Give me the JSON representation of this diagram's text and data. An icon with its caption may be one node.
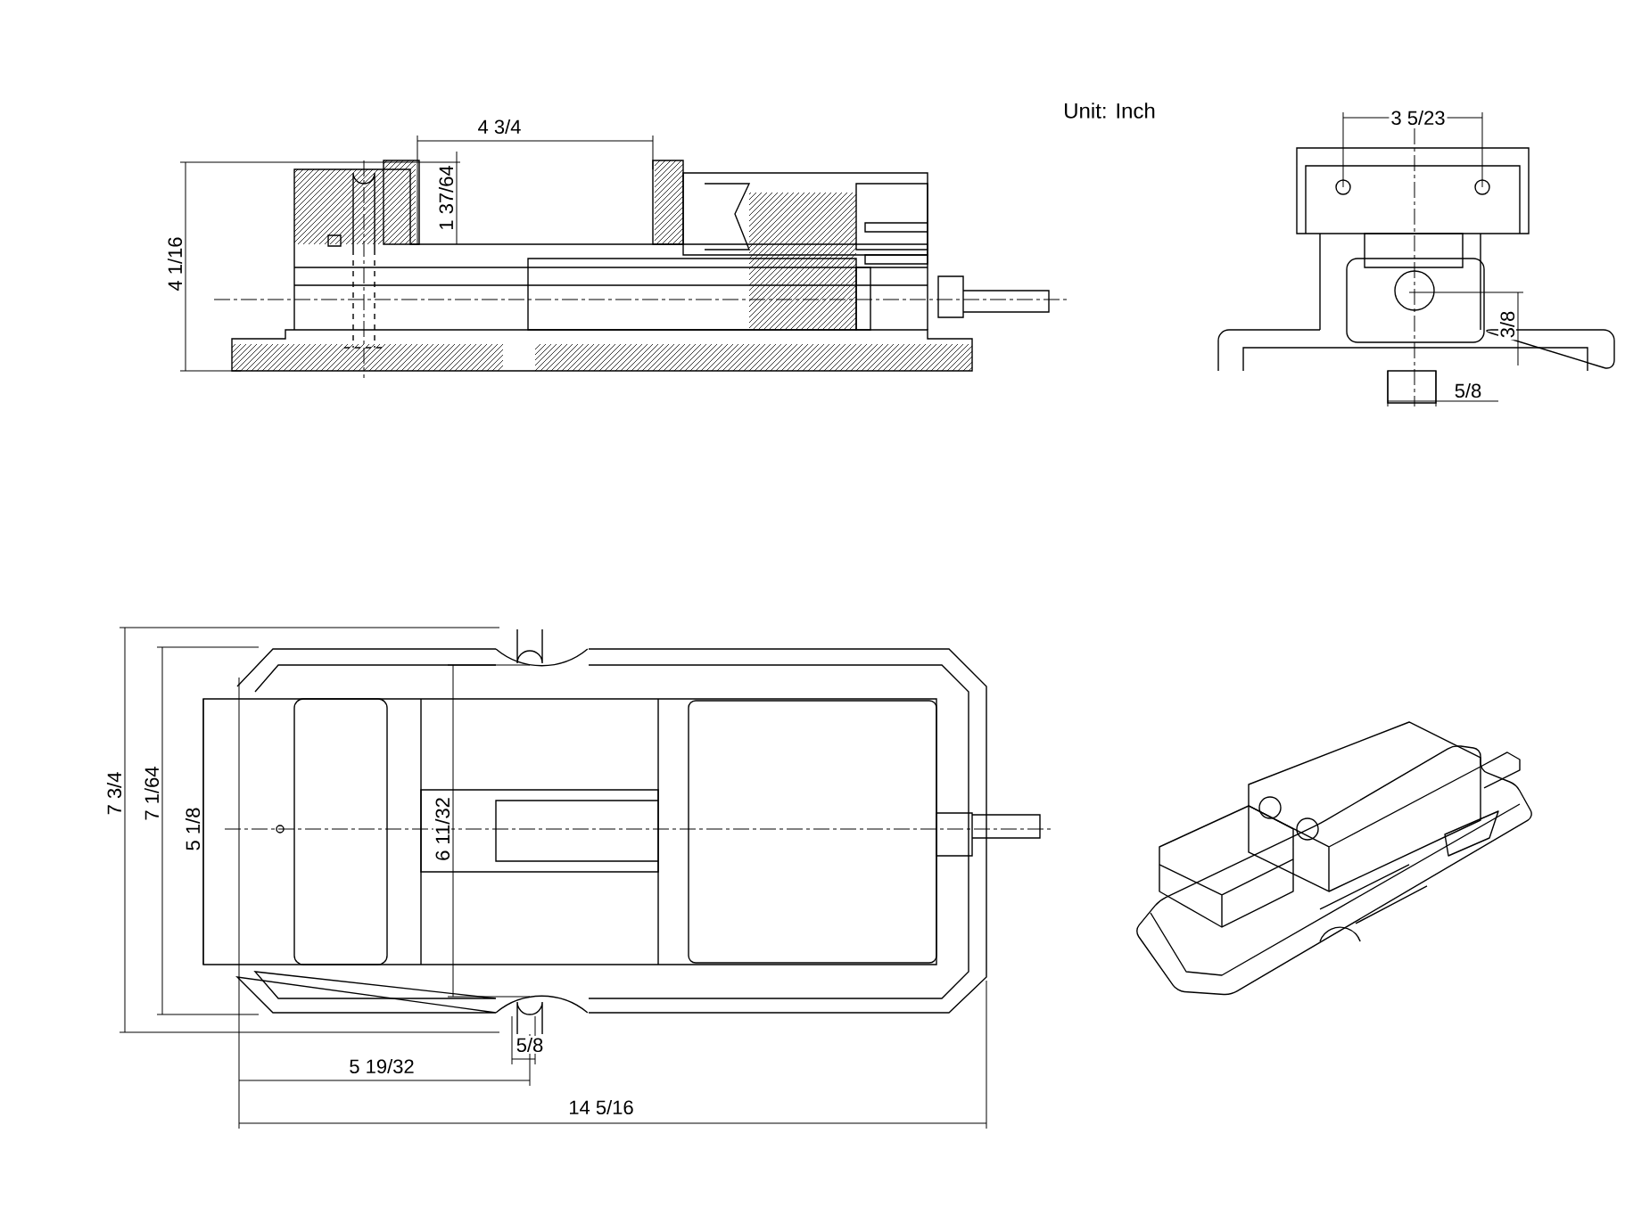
{
  "diagram": {
    "labels": [
      "Unit: Inch",
      "4 3/4",
      "1 37/64",
      "4 1/16",
      "3 5/23",
      "3/8",
      "5/8",
      "7 3/4",
      "7 1/64",
      "5 1/8",
      "6 11/32",
      "5/8",
      "5 19/32",
      "14 5/16"
    ]
  }
}
